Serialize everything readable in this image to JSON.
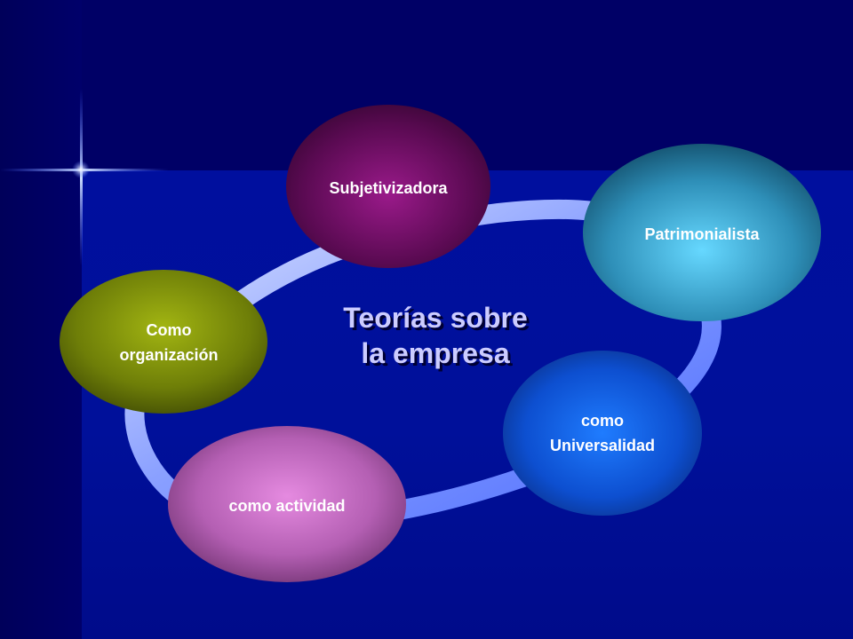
{
  "title": "Teorías sobre\nla empresa",
  "nodes": {
    "subjetivizadora": "Subjetivizadora",
    "patrimonialista": "Patrimonialista",
    "como_organizacion": "Como\norganización",
    "como_universalidad": "como\nUniversalidad",
    "como_actividad": "como actividad"
  },
  "colors": {
    "background": "#000066",
    "ring": "#6d86ff",
    "title": "#ccccff"
  }
}
